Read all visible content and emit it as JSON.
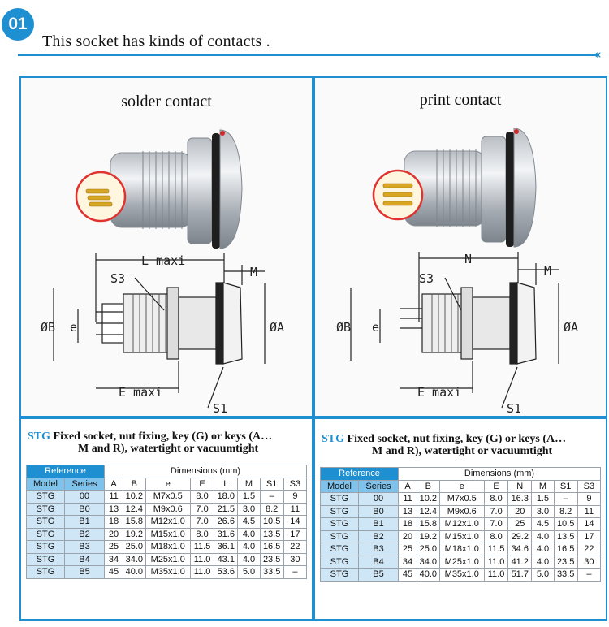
{
  "header": {
    "badge": "01",
    "headline": "This socket has kinds of contacts .",
    "chevron": "«"
  },
  "colors": {
    "accent": "#1e8fd0",
    "sub_header": "#7fc3ec",
    "row_cell": "#cfe6f6",
    "callout": "#e0322f"
  },
  "panels": {
    "left_title": "solder contact",
    "right_title": "print contact"
  },
  "drawings": {
    "left": {
      "length": "L maxi",
      "e_max": "E maxi",
      "S3": "S3",
      "M": "M",
      "S1": "S1",
      "dB": "ØB",
      "e": "e",
      "dA": "ØA"
    },
    "right": {
      "length": "N",
      "e_max": "E maxi",
      "S3": "S3",
      "M": "M",
      "S1": "S1",
      "dB": "ØB",
      "e": "e",
      "dA": "ØA"
    }
  },
  "tables": [
    {
      "title_prefix": "STG",
      "title_line1": " Fixed socket, nut fixing, key (G) or keys (A…",
      "title_line2": "M and R), watertight or vacuumtight",
      "reference": "Reference",
      "dimensions": "Dimensions (mm)",
      "columns": [
        "Model",
        "Series",
        "A",
        "B",
        "e",
        "E",
        "L",
        "M",
        "S1",
        "S3"
      ],
      "rows": [
        [
          "STG",
          "00",
          "11",
          "10.2",
          "M7x0.5",
          "8.0",
          "18.0",
          "1.5",
          "–",
          "9"
        ],
        [
          "STG",
          "B0",
          "13",
          "12.4",
          "M9x0.6",
          "7.0",
          "21.5",
          "3.0",
          "8.2",
          "11"
        ],
        [
          "STG",
          "B1",
          "18",
          "15.8",
          "M12x1.0",
          "7.0",
          "26.6",
          "4.5",
          "10.5",
          "14"
        ],
        [
          "STG",
          "B2",
          "20",
          "19.2",
          "M15x1.0",
          "8.0",
          "31.6",
          "4.0",
          "13.5",
          "17"
        ],
        [
          "STG",
          "B3",
          "25",
          "25.0",
          "M18x1.0",
          "11.5",
          "36.1",
          "4.0",
          "16.5",
          "22"
        ],
        [
          "STG",
          "B4",
          "34",
          "34.0",
          "M25x1.0",
          "11.0",
          "43.1",
          "4.0",
          "23.5",
          "30"
        ],
        [
          "STG",
          "B5",
          "45",
          "40.0",
          "M35x1.0",
          "11.0",
          "53.6",
          "5.0",
          "33.5",
          "–"
        ]
      ]
    },
    {
      "title_prefix": "STG",
      "title_line1": " Fixed socket, nut fixing, key (G) or keys (A…",
      "title_line2": "M and R), watertight or vacuumtight",
      "reference": "Reference",
      "dimensions": "Dimensions (mm)",
      "columns": [
        "Model",
        "Series",
        "A",
        "B",
        "e",
        "E",
        "N",
        "M",
        "S1",
        "S3"
      ],
      "rows": [
        [
          "STG",
          "00",
          "11",
          "10.2",
          "M7x0.5",
          "8.0",
          "16.3",
          "1.5",
          "–",
          "9"
        ],
        [
          "STG",
          "B0",
          "13",
          "12.4",
          "M9x0.6",
          "7.0",
          "20",
          "3.0",
          "8.2",
          "11"
        ],
        [
          "STG",
          "B1",
          "18",
          "15.8",
          "M12x1.0",
          "7.0",
          "25",
          "4.5",
          "10.5",
          "14"
        ],
        [
          "STG",
          "B2",
          "20",
          "19.2",
          "M15x1.0",
          "8.0",
          "29.2",
          "4.0",
          "13.5",
          "17"
        ],
        [
          "STG",
          "B3",
          "25",
          "25.0",
          "M18x1.0",
          "11.5",
          "34.6",
          "4.0",
          "16.5",
          "22"
        ],
        [
          "STG",
          "B4",
          "34",
          "34.0",
          "M25x1.0",
          "11.0",
          "41.2",
          "4.0",
          "23.5",
          "30"
        ],
        [
          "STG",
          "B5",
          "45",
          "40.0",
          "M35x1.0",
          "11.0",
          "51.7",
          "5.0",
          "33.5",
          "–"
        ]
      ]
    }
  ]
}
